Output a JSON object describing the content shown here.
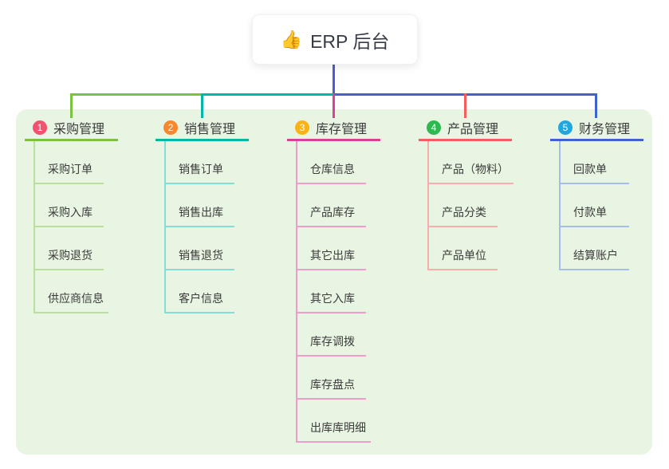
{
  "root": {
    "icon": "👍",
    "title": "ERP 后台"
  },
  "colors": {
    "canvas_panel": "#e9f5e3",
    "root_connector": "#4a5ed2",
    "branch1_line": "#7cc242",
    "branch1_light": "#b9e09c",
    "branch1_badge": "#f4516c",
    "branch2_line": "#06b6aa",
    "branch2_light": "#85ddd5",
    "branch2_badge": "#f8872e",
    "branch3_line": "#d8419a",
    "branch3_light": "#f09cca",
    "branch3_badge": "#fbb216",
    "branch4_line": "#f65d5d",
    "branch4_light": "#fbadad",
    "branch4_badge": "#2eb850",
    "branch5_line": "#3c64d0",
    "branch5_light": "#a6bcea",
    "branch5_badge": "#21a6e0",
    "text": "#3b3b3b"
  },
  "branches": [
    {
      "index": "1",
      "title": "采购管理",
      "children": [
        "采购订单",
        "采购入库",
        "采购退货",
        "供应商信息"
      ]
    },
    {
      "index": "2",
      "title": "销售管理",
      "children": [
        "销售订单",
        "销售出库",
        "销售退货",
        "客户信息"
      ]
    },
    {
      "index": "3",
      "title": "库存管理",
      "children": [
        "仓库信息",
        "产品库存",
        "其它出库",
        "其它入库",
        "库存调拨",
        "库存盘点",
        "出库库明细"
      ]
    },
    {
      "index": "4",
      "title": "产品管理",
      "children": [
        "产品（物料）",
        "产品分类",
        "产品单位"
      ]
    },
    {
      "index": "5",
      "title": "财务管理",
      "children": [
        "回款单",
        "付款单",
        "结算账户"
      ]
    }
  ]
}
